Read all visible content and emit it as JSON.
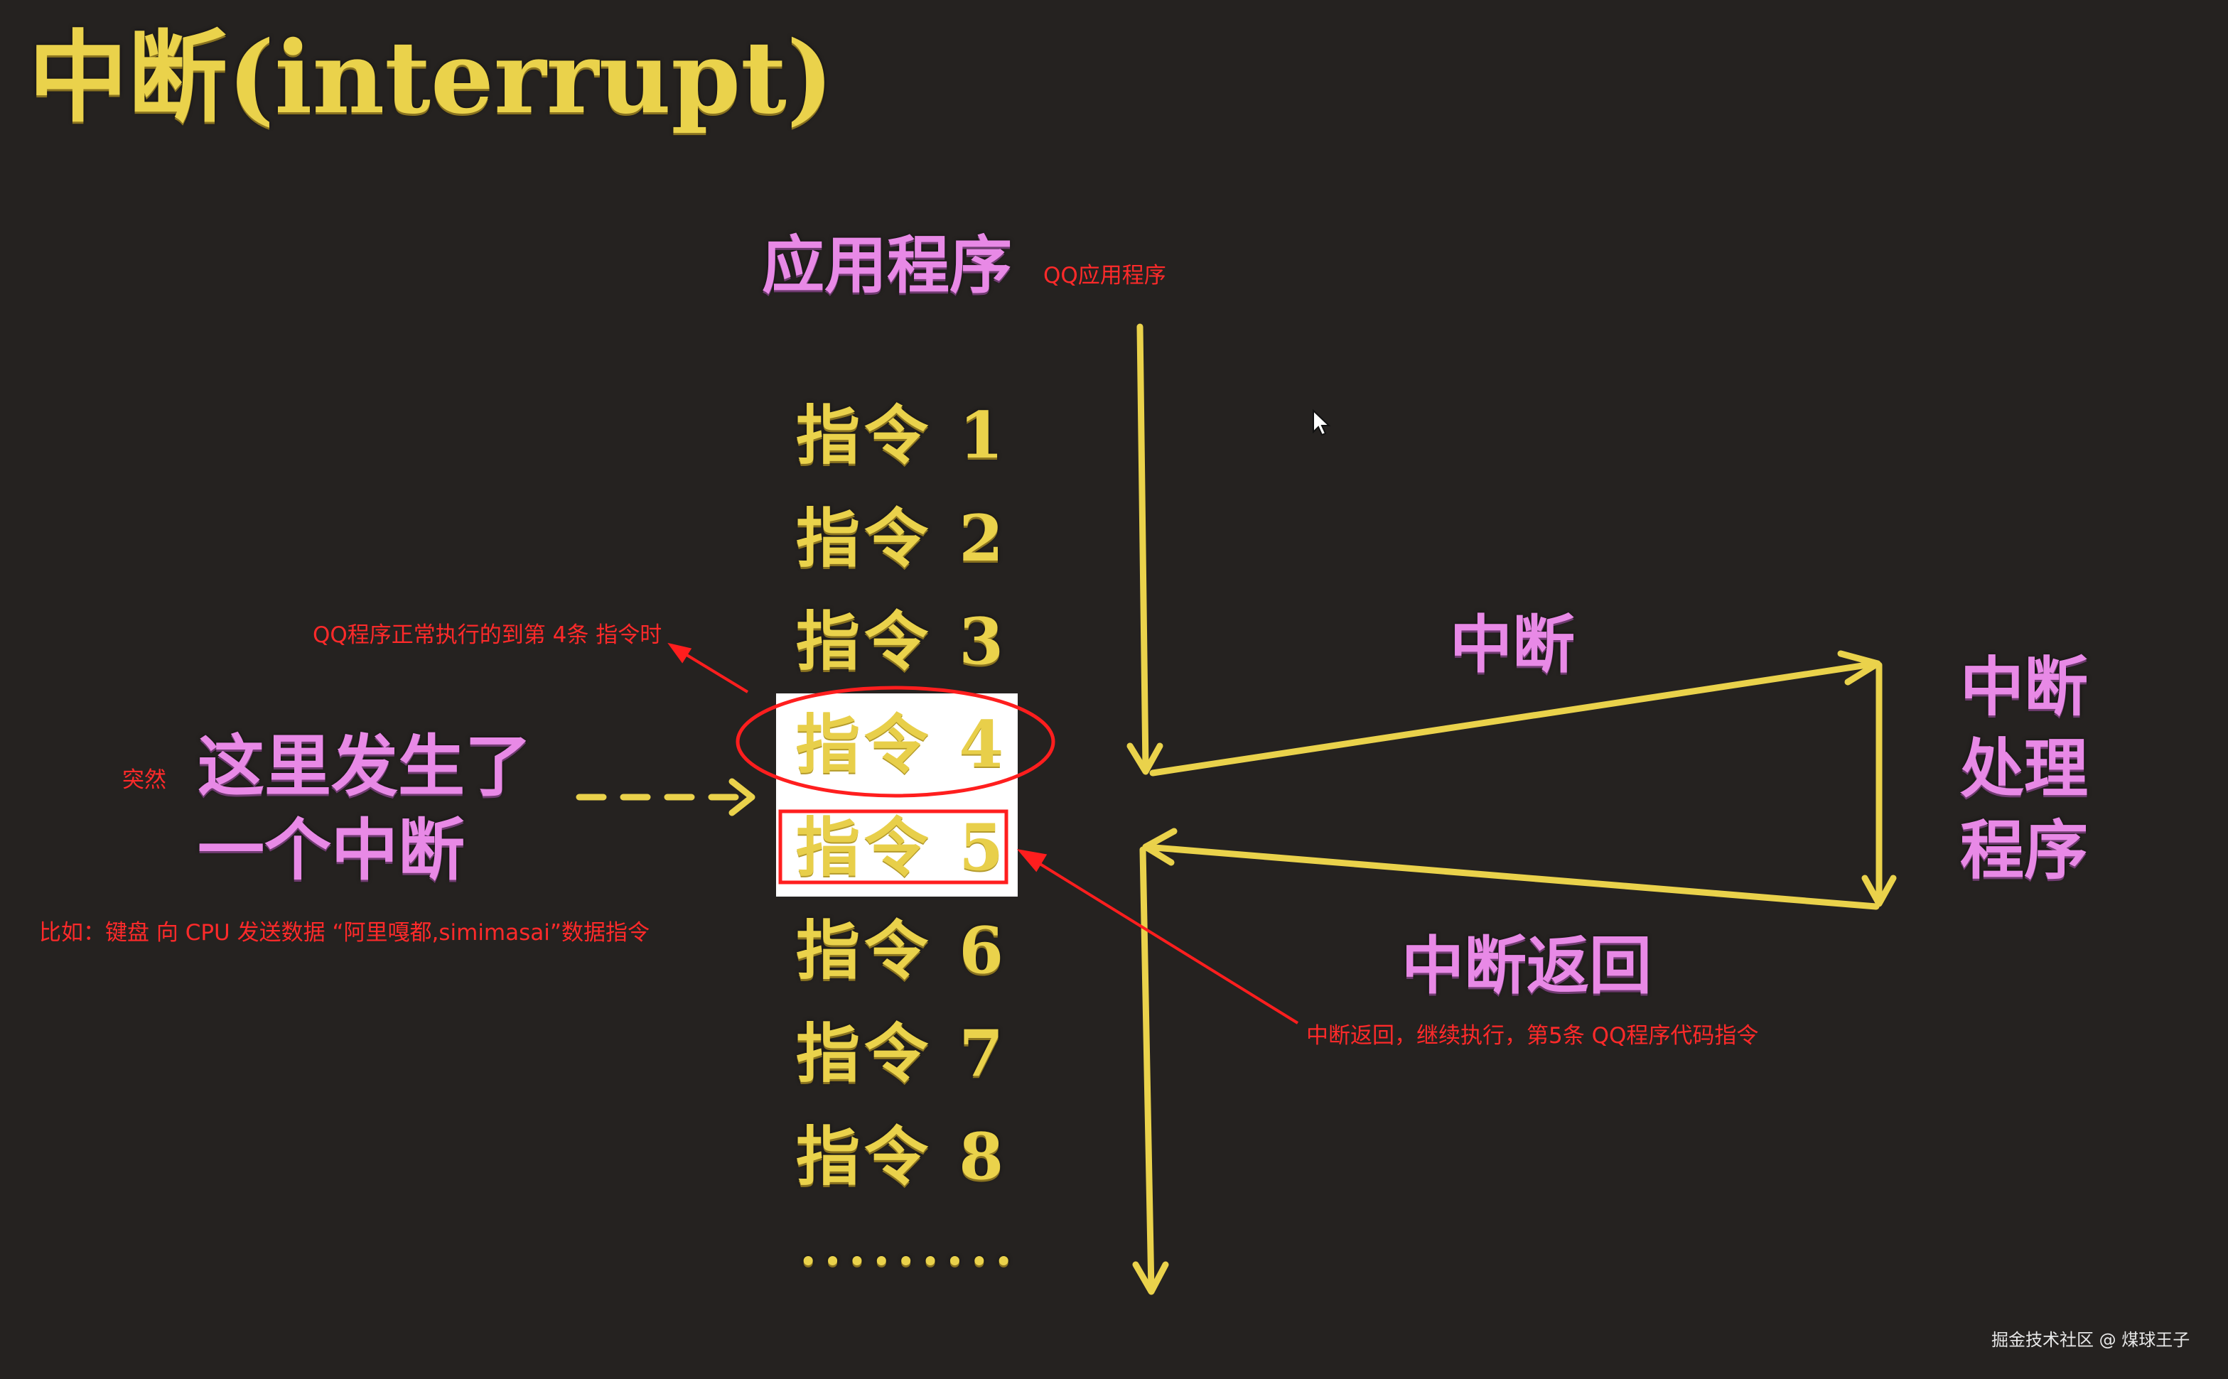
{
  "title": "中断(interrupt)",
  "app_label": "应用程序",
  "app_note": "QQ应用程序",
  "instructions": [
    "指令 1",
    "指令 2",
    "指令 3",
    "指令 4",
    "指令 5",
    "指令 6",
    "指令 7",
    "指令 8"
  ],
  "ellipsis": "·········",
  "interrupt_label": "中断",
  "handler_label": "中断处理程序",
  "return_label": "中断返回",
  "occur_label": "这里发生了一个中断",
  "notes": {
    "sudden": "突然",
    "q4": "QQ程序正常执行的到第 4条 指令时",
    "keyboard": "比如：键盘 向 CPU 发送数据 “阿里嘎都,simimasai”数据指令",
    "return": "中断返回，继续执行，第5条   QQ程序代码指令"
  },
  "watermark": "掘金技术社区 @ 煤球王子",
  "colors": {
    "background": "#252220",
    "gold": "#ead24b",
    "pink": "#e889e6",
    "annotation_red": "#ff2a2a"
  }
}
